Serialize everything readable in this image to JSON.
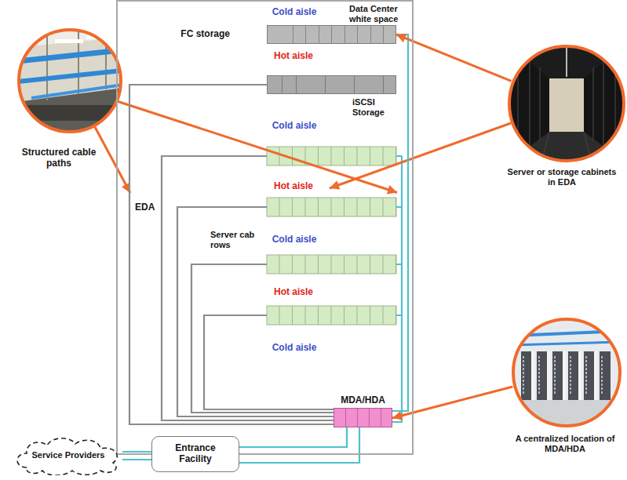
{
  "diagram": {
    "nodes": [
      {
        "text": [
          "Structured cable paths"
        ]
      },
      {
        "text": [
          "Data Center white space"
        ]
      },
      {
        "text": [
          "FC storage"
        ],
        "in": 1
      },
      {
        "text": [
          "iSCSI Storage"
        ],
        "in": 1
      },
      {
        "text": [
          "MDA/HDA"
        ],
        "in": 1
      },
      {
        "text": [
          "Server or storage cabinets in EDA"
        ]
      },
      {
        "text": [
          "A centralized location of MDA/HDA"
        ]
      },
      {
        "text": [
          "Service Providers"
        ]
      },
      {
        "text": [
          "Entrance Facility"
        ]
      }
    ],
    "edges": [
      {
        "from": 4,
        "to": 2,
        "arrow": "none"
      },
      {
        "from": 4,
        "to": 3,
        "arrow": "none"
      },
      {
        "from": 5,
        "to": 2,
        "arrow": "to"
      },
      {
        "from": 6,
        "to": 4,
        "arrow": "to"
      },
      {
        "from": 7,
        "to": 8,
        "arrow": "none"
      },
      {
        "from": 7,
        "to": 8,
        "arrow": "none"
      },
      {
        "from": 8,
        "to": 4,
        "arrow": "none"
      },
      {
        "from": 8,
        "to": 4,
        "arrow": "none"
      }
    ],
    "labels": [
      "Cold aisle",
      "Hot aisle",
      "Cold aisle",
      "Hot aisle",
      "EDA",
      "Server cab rows",
      "Cold aisle",
      "Hot aisle",
      "Cold aisle"
    ]
  }
}
